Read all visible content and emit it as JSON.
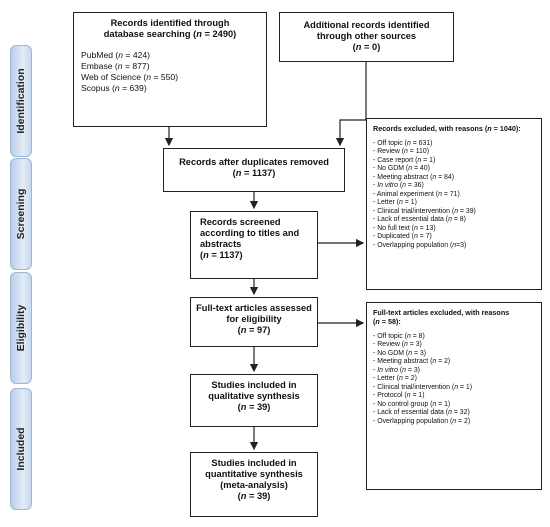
{
  "stages": [
    "Identification",
    "Screening",
    "Eligibility",
    "Included"
  ],
  "db_search": {
    "title_a": "Records identified through",
    "title_b": "database searching (",
    "n_label": "n",
    "title_c": " = 2490)",
    "sources": [
      {
        "name": "PubMed (",
        "n": "n",
        "val": " = 424)"
      },
      {
        "name": "Embase (",
        "n": "n",
        "val": " = 877)"
      },
      {
        "name": "Web of Science (",
        "n": "n",
        "val": " = 550)"
      },
      {
        "name": "Scopus (",
        "n": "n",
        "val": " = 639)"
      }
    ]
  },
  "other_sources": {
    "line1": "Additional records identified",
    "line2": "through other sources",
    "line3a": "(",
    "n_label": "n",
    "line3b": " = 0)"
  },
  "after_duplicates": {
    "line1": "Records after duplicates removed",
    "n_label": "n",
    "count": " = 1137)",
    "open": "("
  },
  "screened": {
    "line1": "Records screened",
    "line2": "according to titles and",
    "line3": "abstracts",
    "open": "(",
    "n_label": "n",
    "count": " = 1137)"
  },
  "excluded_records": {
    "title_a": "Records excluded, with reasons (",
    "n_label": "n",
    "title_b": " = 1040):",
    "items": [
      {
        "pre": "- Off topic (",
        "n": "n",
        "post": " = 631)"
      },
      {
        "pre": "- Review (",
        "n": "n",
        "post": " = 110)"
      },
      {
        "pre": "- Case report (",
        "n": "n",
        "post": " = 1)"
      },
      {
        "pre": "- No GDM (",
        "n": "n",
        "post": " = 40)"
      },
      {
        "pre": "- Meeting abstract (",
        "n": "n",
        "post": " = 84)"
      },
      {
        "pre": "- ",
        "ital": "In vitro",
        "pre2": " (",
        "n": "n",
        "post": " = 36)"
      },
      {
        "pre": "- Animal experiment (",
        "n": "n",
        "post": " = 71)"
      },
      {
        "pre": "- Letter (",
        "n": "n",
        "post": " = 1)"
      },
      {
        "pre": "- Clinical trial/intervention (",
        "n": "n",
        "post": " = 39)"
      },
      {
        "pre": "- Lack of essential data (",
        "n": "n",
        "post": " = 8)"
      },
      {
        "pre": "- No full text (",
        "n": "n",
        "post": " = 13)"
      },
      {
        "pre": "- Duplicated (",
        "n": "n",
        "post": " = 7)"
      },
      {
        "pre": "- Overlapping population (",
        "n": "n",
        "post": "=3)"
      }
    ]
  },
  "fulltext": {
    "line1": "Full-text articles assessed",
    "line2": "for eligibility",
    "open": "(",
    "n_label": "n",
    "count": " = 97)"
  },
  "excluded_fulltext": {
    "title_a": "Full-text articles excluded, with reasons",
    "title_b": "(",
    "n_label": "n",
    "title_c": " = 58):",
    "items": [
      {
        "pre": "- Off topic (",
        "n": "n",
        "post": " = 8)"
      },
      {
        "pre": "- Review (",
        "n": "n",
        "post": " = 3)"
      },
      {
        "pre": "- No GDM (",
        "n": "n",
        "post": " = 3)"
      },
      {
        "pre": "- Meeting abstract (",
        "n": "n",
        "post": " = 2)"
      },
      {
        "pre": "- ",
        "ital": "In vitro",
        "pre2": " (",
        "n": "n",
        "post": " = 3)"
      },
      {
        "pre": "- Letter (",
        "n": "n",
        "post": " = 2)"
      },
      {
        "pre": "- Clinical trial/intervention (",
        "n": "n",
        "post": " = 1)"
      },
      {
        "pre": "- Protocol (",
        "n": "n",
        "post": " = 1)"
      },
      {
        "pre": "- No control group (",
        "n": "n",
        "post": " = 1)"
      },
      {
        "pre": "- Lack of essential data (",
        "n": "n",
        "post": " = 32)"
      },
      {
        "pre": "- Overlapping population (",
        "n": "n",
        "post": " = 2)"
      }
    ]
  },
  "qualitative": {
    "line1": "Studies included in",
    "line2": "qualitative synthesis",
    "open": "(",
    "n_label": "n",
    "count": " = 39)"
  },
  "quantitative": {
    "line1": "Studies included in",
    "line2": "quantitative synthesis",
    "line3": "(meta-analysis)",
    "open": "(",
    "n_label": "n",
    "count": " = 39)"
  }
}
